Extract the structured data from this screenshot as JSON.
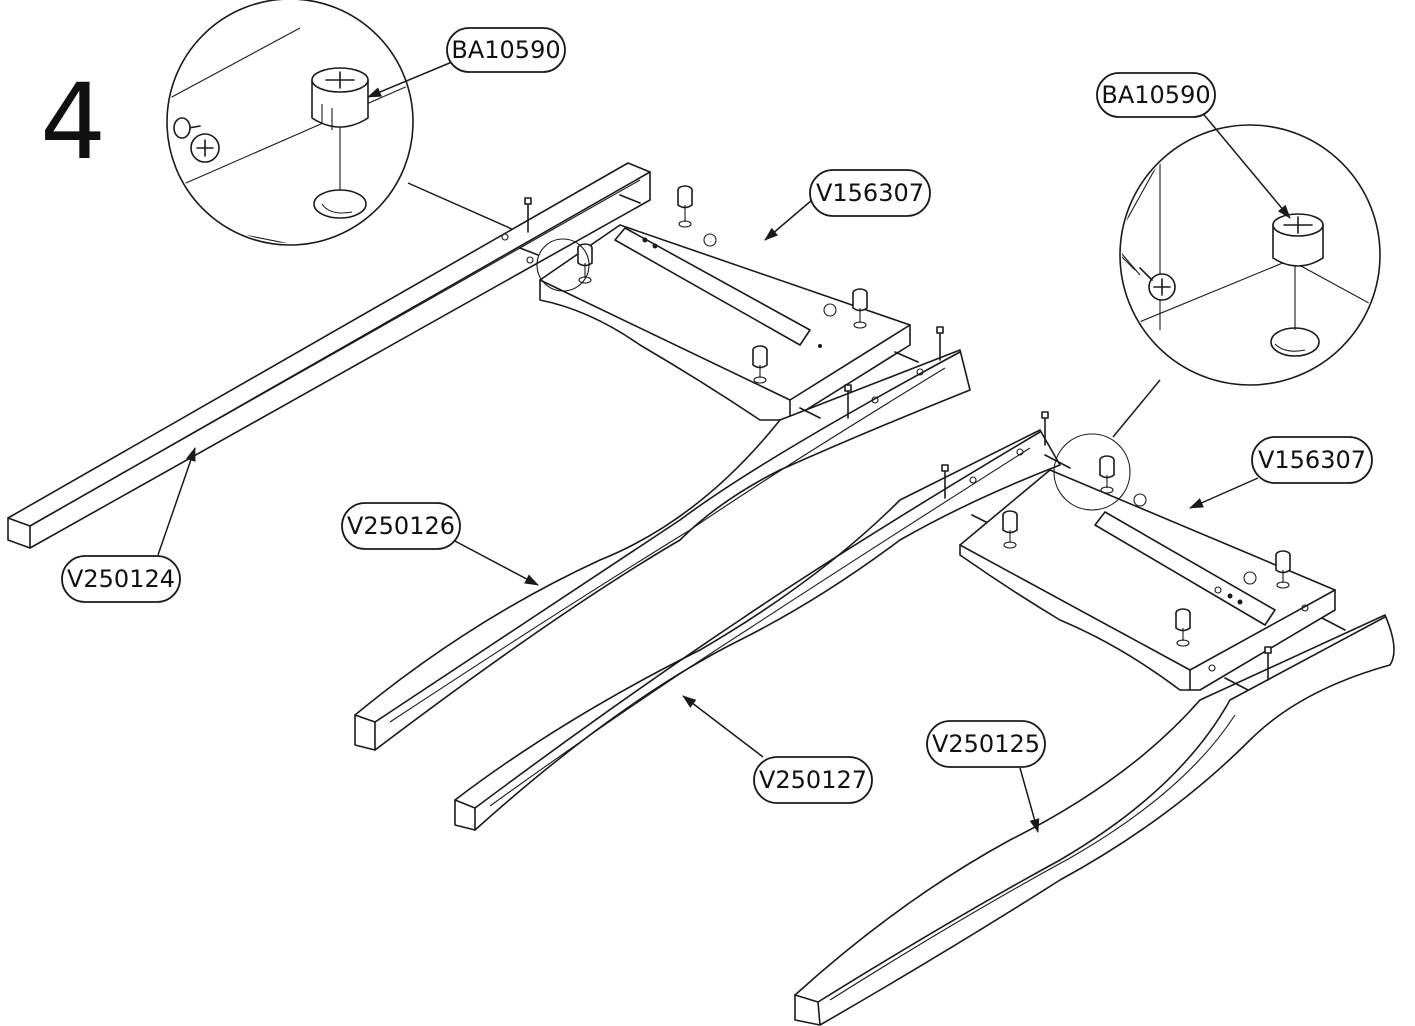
{
  "step": "4",
  "callouts": {
    "ba10590_left": "BA10590",
    "ba10590_right": "BA10590",
    "v156307_left": "V156307",
    "v156307_right": "V156307",
    "v250124": "V250124",
    "v250126": "V250126",
    "v250127": "V250127",
    "v250125": "V250125"
  }
}
